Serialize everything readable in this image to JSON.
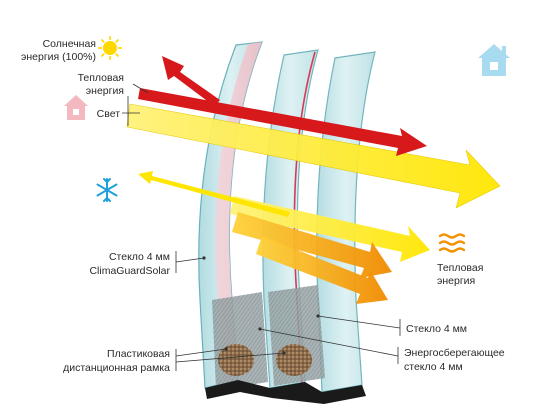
{
  "labels": {
    "solar_line1": "Солнечная",
    "solar_line2": "энергия (100%)",
    "thermal_line1": "Тепловая",
    "thermal_line2": "энергия",
    "light": "Свет",
    "glass_clima_line1": "Стекло 4 мм",
    "glass_clima_line2": "ClimaGuardSolar",
    "spacer_line1": "Пластиковая",
    "spacer_line2": "дистанционная рамка",
    "thermal_right_line1": "Тепловая",
    "thermal_right_line2": "энергия",
    "glass_right": "Стекло 4 мм",
    "energy_line1": "Энергосберегающее",
    "energy_line2": "стекло 4 мм"
  },
  "icons": {
    "sun": "sun-icon",
    "house_outside": "house-icon",
    "house_inside": "house-icon",
    "snowflake": "snowflake-icon",
    "heat_waves": "heat-waves-icon"
  },
  "colors": {
    "thermal_red": "#d7191c",
    "light_yellow": "#ffee00",
    "orange": "#f39200",
    "glass_blue": "#bfe3e8",
    "glass_edge": "#5aa9b5",
    "coating_pink": "#f2c7cf",
    "coating_red": "#d63a55",
    "house_pink": "#f3b8c0",
    "house_blue": "#a9dbf0",
    "snow_blue": "#1ea0dc",
    "sun_yellow": "#ffd800"
  }
}
